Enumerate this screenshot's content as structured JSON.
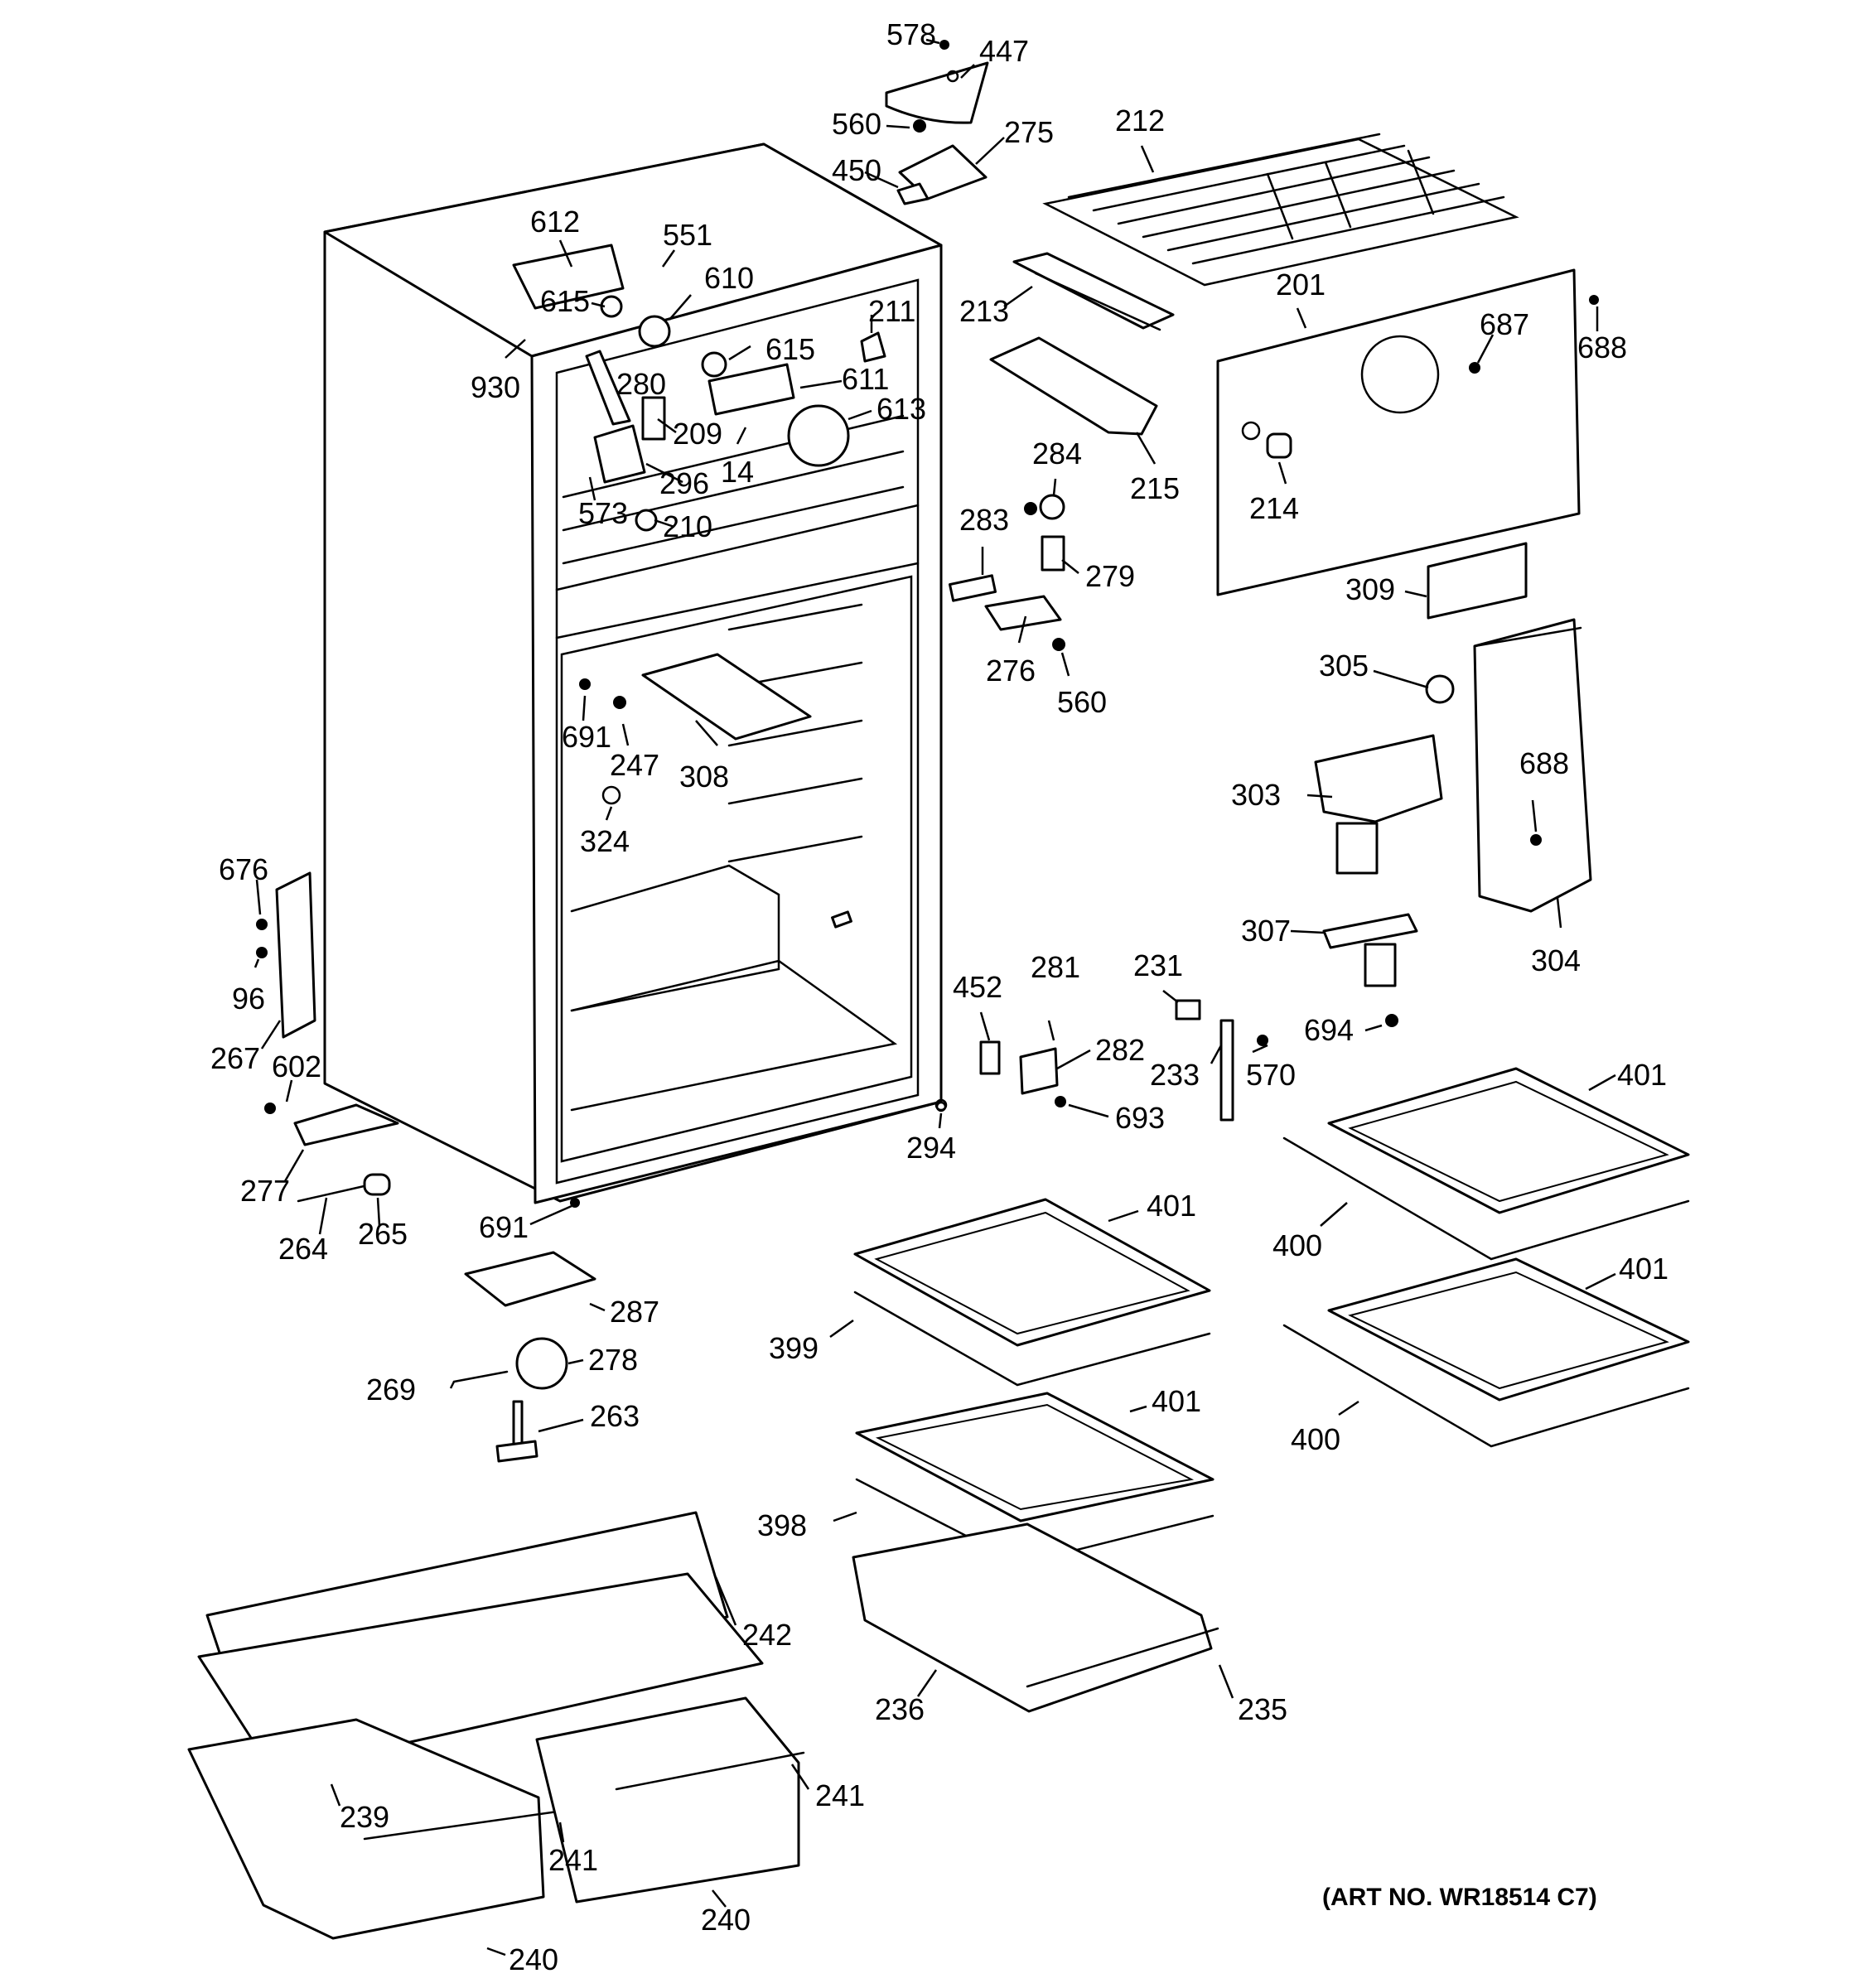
{
  "art_number": "(ART NO. WR18514 C7)",
  "callouts": [
    {
      "id": "c578",
      "text": "578"
    },
    {
      "id": "c447",
      "text": "447"
    },
    {
      "id": "c560a",
      "text": "560"
    },
    {
      "id": "c275",
      "text": "275"
    },
    {
      "id": "c450",
      "text": "450"
    },
    {
      "id": "c212",
      "text": "212"
    },
    {
      "id": "c612",
      "text": "612"
    },
    {
      "id": "c551",
      "text": "551"
    },
    {
      "id": "c610",
      "text": "610"
    },
    {
      "id": "c615a",
      "text": "615"
    },
    {
      "id": "c211",
      "text": "211"
    },
    {
      "id": "c213",
      "text": "213"
    },
    {
      "id": "c201",
      "text": "201"
    },
    {
      "id": "c687",
      "text": "687"
    },
    {
      "id": "c688a",
      "text": "688"
    },
    {
      "id": "c930",
      "text": "930"
    },
    {
      "id": "c615b",
      "text": "615"
    },
    {
      "id": "c280",
      "text": "280"
    },
    {
      "id": "c611",
      "text": "611"
    },
    {
      "id": "c613",
      "text": "613"
    },
    {
      "id": "c209",
      "text": "209"
    },
    {
      "id": "c14",
      "text": "14"
    },
    {
      "id": "c296",
      "text": "296"
    },
    {
      "id": "c573",
      "text": "573"
    },
    {
      "id": "c210",
      "text": "210"
    },
    {
      "id": "c284",
      "text": "284"
    },
    {
      "id": "c215",
      "text": "215"
    },
    {
      "id": "c214",
      "text": "214"
    },
    {
      "id": "c283",
      "text": "283"
    },
    {
      "id": "c279",
      "text": "279"
    },
    {
      "id": "c309",
      "text": "309"
    },
    {
      "id": "c276",
      "text": "276"
    },
    {
      "id": "c560b",
      "text": "560"
    },
    {
      "id": "c305",
      "text": "305"
    },
    {
      "id": "c691a",
      "text": "691"
    },
    {
      "id": "c247",
      "text": "247"
    },
    {
      "id": "c308",
      "text": "308"
    },
    {
      "id": "c324",
      "text": "324"
    },
    {
      "id": "c303",
      "text": "303"
    },
    {
      "id": "c688b",
      "text": "688"
    },
    {
      "id": "c676",
      "text": "676"
    },
    {
      "id": "c96",
      "text": "96"
    },
    {
      "id": "c307",
      "text": "307"
    },
    {
      "id": "c304",
      "text": "304"
    },
    {
      "id": "c452",
      "text": "452"
    },
    {
      "id": "c281",
      "text": "281"
    },
    {
      "id": "c231",
      "text": "231"
    },
    {
      "id": "c694",
      "text": "694"
    },
    {
      "id": "c267",
      "text": "267"
    },
    {
      "id": "c602",
      "text": "602"
    },
    {
      "id": "c282",
      "text": "282"
    },
    {
      "id": "c233",
      "text": "233"
    },
    {
      "id": "c570",
      "text": "570"
    },
    {
      "id": "c401a",
      "text": "401"
    },
    {
      "id": "c693",
      "text": "693"
    },
    {
      "id": "c294",
      "text": "294"
    },
    {
      "id": "c277",
      "text": "277"
    },
    {
      "id": "c264",
      "text": "264"
    },
    {
      "id": "c265",
      "text": "265"
    },
    {
      "id": "c691b",
      "text": "691"
    },
    {
      "id": "c401b",
      "text": "401"
    },
    {
      "id": "c400a",
      "text": "400"
    },
    {
      "id": "c401c",
      "text": "401"
    },
    {
      "id": "c287",
      "text": "287"
    },
    {
      "id": "c399",
      "text": "399"
    },
    {
      "id": "c269",
      "text": "269"
    },
    {
      "id": "c278",
      "text": "278"
    },
    {
      "id": "c263",
      "text": "263"
    },
    {
      "id": "c401d",
      "text": "401"
    },
    {
      "id": "c400b",
      "text": "400"
    },
    {
      "id": "c398",
      "text": "398"
    },
    {
      "id": "c242",
      "text": "242"
    },
    {
      "id": "c236",
      "text": "236"
    },
    {
      "id": "c235",
      "text": "235"
    },
    {
      "id": "c241a",
      "text": "241"
    },
    {
      "id": "c239",
      "text": "239"
    },
    {
      "id": "c241b",
      "text": "241"
    },
    {
      "id": "c240a",
      "text": "240"
    },
    {
      "id": "c240b",
      "text": "240"
    }
  ]
}
